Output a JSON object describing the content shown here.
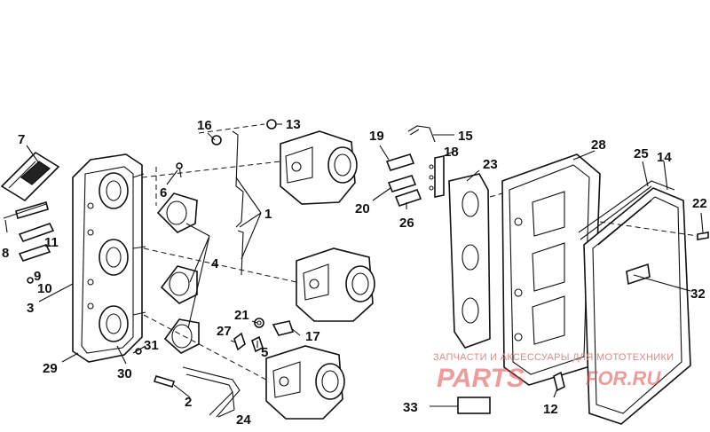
{
  "diagram": {
    "callouts": [
      {
        "id": "c1",
        "text": "1"
      },
      {
        "id": "c2",
        "text": "2"
      },
      {
        "id": "c3",
        "text": "3"
      },
      {
        "id": "c4",
        "text": "4"
      },
      {
        "id": "c5",
        "text": "5"
      },
      {
        "id": "c6",
        "text": "6"
      },
      {
        "id": "c7",
        "text": "7"
      },
      {
        "id": "c8",
        "text": "8"
      },
      {
        "id": "c9",
        "text": "9"
      },
      {
        "id": "c10",
        "text": "10"
      },
      {
        "id": "c11",
        "text": "11"
      },
      {
        "id": "c12",
        "text": "12"
      },
      {
        "id": "c13",
        "text": "13"
      },
      {
        "id": "c14",
        "text": "14"
      },
      {
        "id": "c15",
        "text": "15"
      },
      {
        "id": "c16",
        "text": "16"
      },
      {
        "id": "c17",
        "text": "17"
      },
      {
        "id": "c18",
        "text": "18"
      },
      {
        "id": "c19",
        "text": "19"
      },
      {
        "id": "c20",
        "text": "20"
      },
      {
        "id": "c21",
        "text": "21"
      },
      {
        "id": "c22",
        "text": "22"
      },
      {
        "id": "c23",
        "text": "23"
      },
      {
        "id": "c24",
        "text": "24"
      },
      {
        "id": "c25",
        "text": "25"
      },
      {
        "id": "c26",
        "text": "26"
      },
      {
        "id": "c27",
        "text": "27"
      },
      {
        "id": "c28",
        "text": "28"
      },
      {
        "id": "c29",
        "text": "29"
      },
      {
        "id": "c30",
        "text": "30"
      },
      {
        "id": "c31",
        "text": "31"
      },
      {
        "id": "c32",
        "text": "32"
      },
      {
        "id": "c33",
        "text": "33"
      }
    ]
  },
  "watermark": {
    "caption": "ЗАПЧАСТИ И АКСЕССУАРЫ ДЛЯ МОТОТЕХНИКИ",
    "brand_left": "PARTS",
    "brand_right": "FOR.RU"
  },
  "colors": {
    "line": "#111111",
    "watermark": "#e04a4a"
  }
}
